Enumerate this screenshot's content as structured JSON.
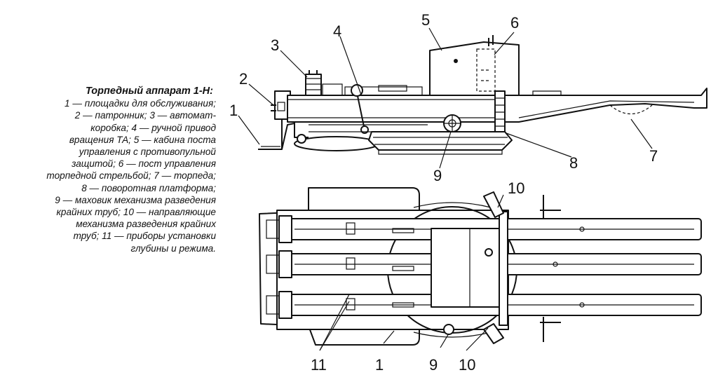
{
  "caption": {
    "title": "Торпедный аппарат 1-Н:",
    "lines": [
      "1 — площадки для обслуживания;",
      "2 — патронник; 3 — автомат-",
      "коробка; 4 — ручной привод",
      "вращения ТА; 5 — кабина поста",
      "управления с противопульной",
      "защитой; 6 — пост управления",
      "торпедной стрельбой; 7 — торпеда;",
      "8 — поворотная платформа;",
      "9 — маховик механизма разведения",
      "крайних труб; 10 — направляющие",
      "механизма разведения крайних",
      "труб; 11 — приборы установки",
      "глубины и режима."
    ]
  },
  "side_view": {
    "callouts": [
      "1",
      "2",
      "3",
      "4",
      "5",
      "6",
      "7",
      "8",
      "9"
    ]
  },
  "top_view": {
    "callouts": [
      "10",
      "10",
      "11",
      "1",
      "9"
    ]
  }
}
